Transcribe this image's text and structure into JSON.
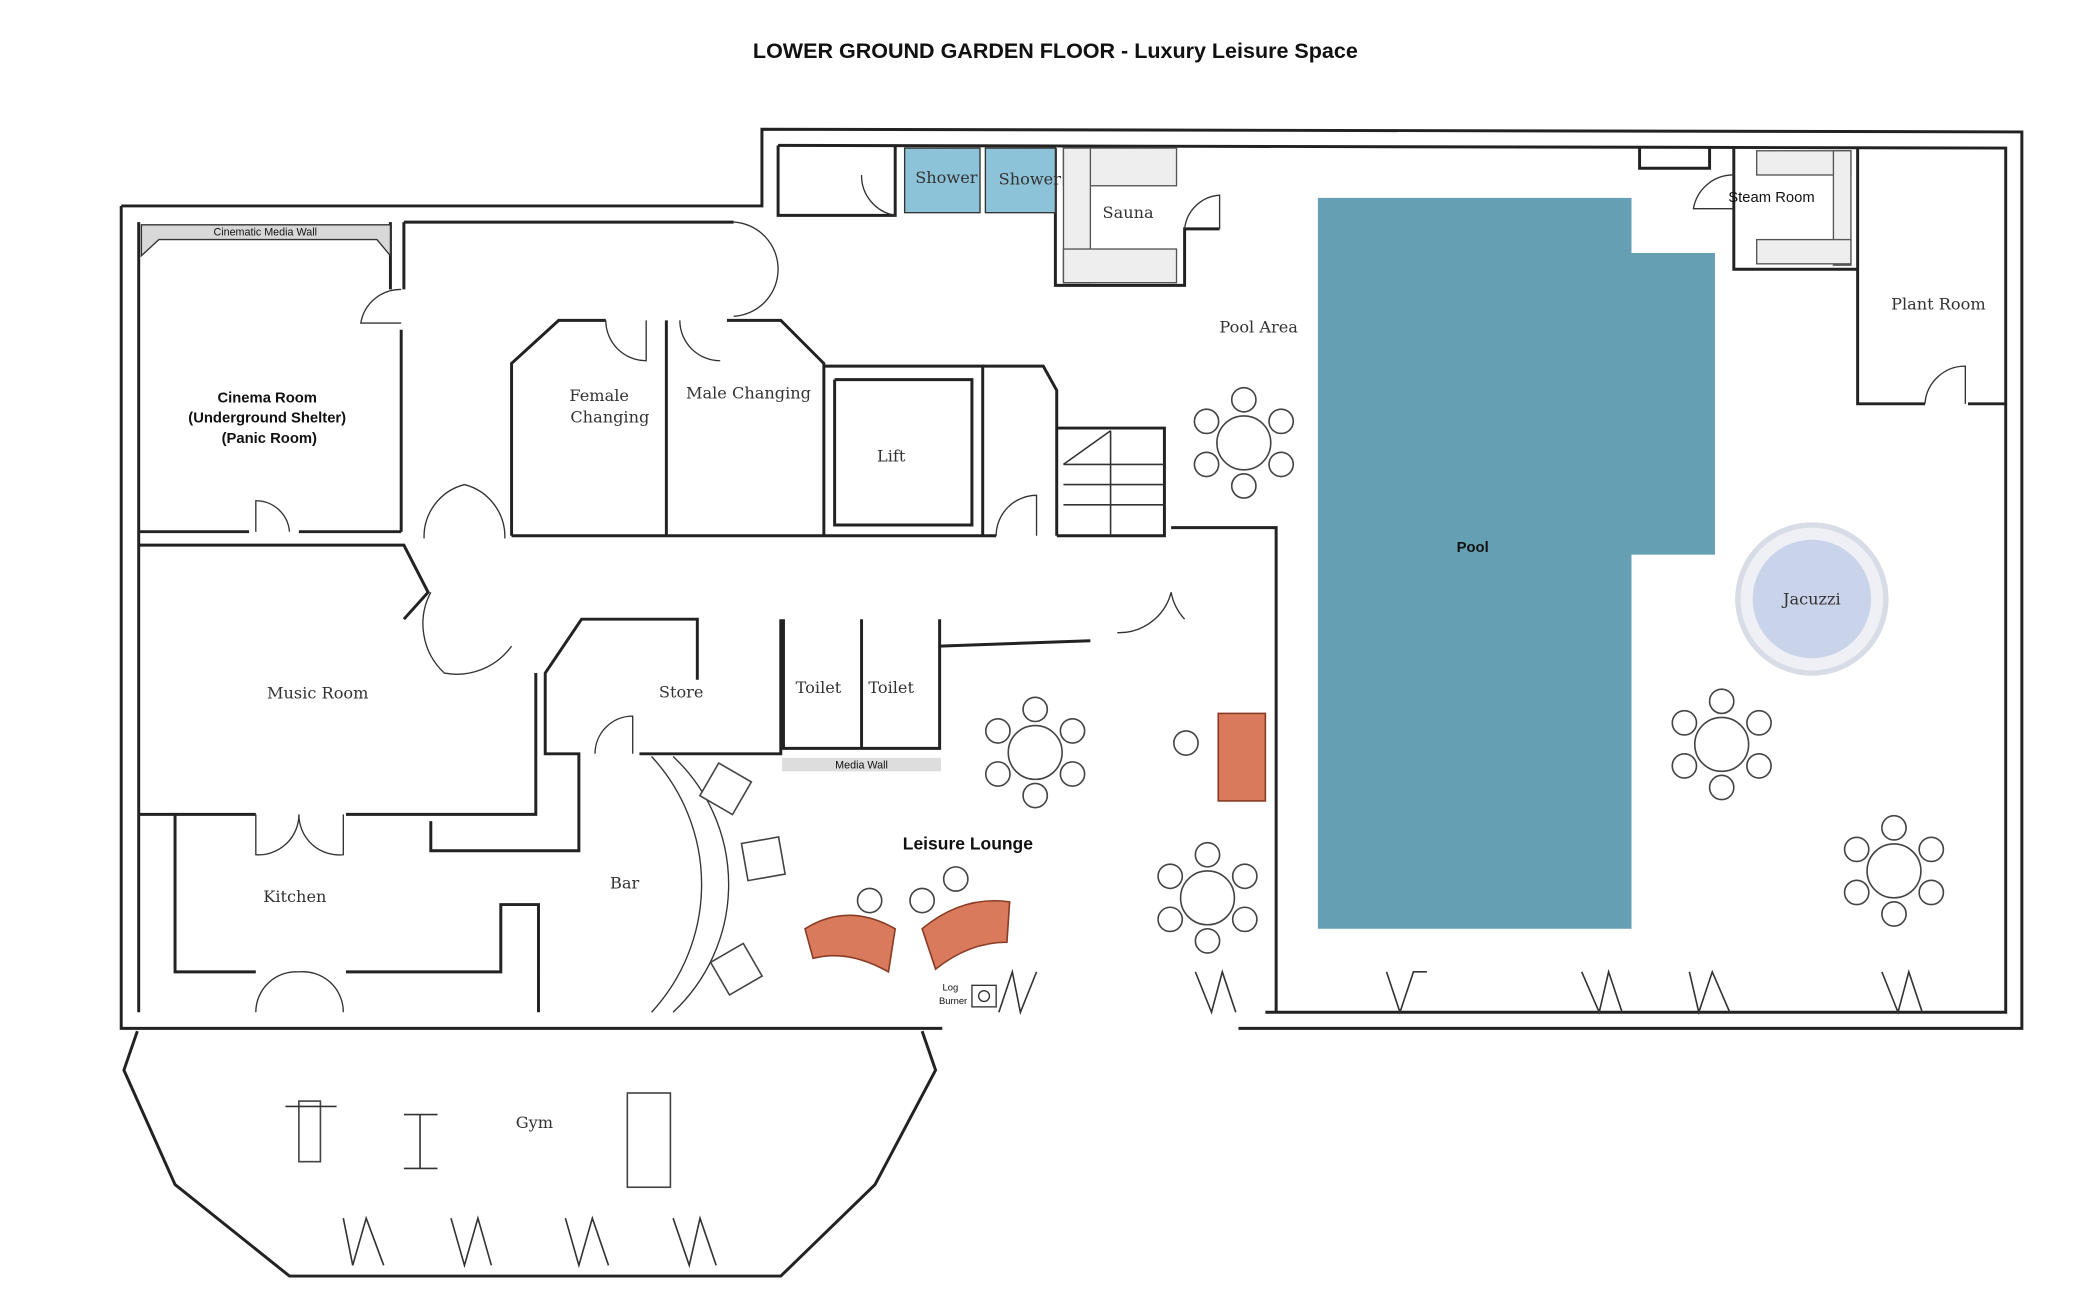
{
  "title": "LOWER GROUND GARDEN FLOOR - Luxury Leisure Space",
  "rooms": {
    "cinema_media_wall": "Cinematic Media Wall",
    "cinema": [
      "Cinema Room",
      "(Underground Shelter)",
      "(Panic Room)"
    ],
    "female_changing": [
      "Female",
      "Changing"
    ],
    "male_changing": "Male Changing",
    "shower_1": "Shower",
    "shower_2": "Shower",
    "sauna": "Sauna",
    "lift": "Lift",
    "pool_area": "Pool Area",
    "steam_room": "Steam Room",
    "plant_room": "Plant Room",
    "pool": "Pool",
    "jacuzzi": "Jacuzzi",
    "music_room": "Music Room",
    "store": "Store",
    "toilet_1": "Toilet",
    "toilet_2": "Toilet",
    "media_wall": "Media Wall",
    "leisure_lounge": "Leisure Lounge",
    "kitchen": "Kitchen",
    "bar": "Bar",
    "log_burner": [
      "Log",
      "Burner"
    ],
    "gym": "Gym"
  },
  "colors": {
    "pool": "#659fb3",
    "shower": "#8dc3d8",
    "sofa": "#d97a5c",
    "jacuzzi": "#c9d3ea"
  }
}
